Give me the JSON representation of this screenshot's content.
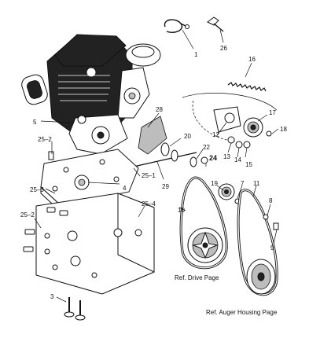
{
  "callouts": {
    "c1": "1",
    "c26": "26",
    "c16": "16",
    "c5": "5",
    "c28": "28",
    "c12": "12",
    "c17": "17",
    "c18": "18",
    "c25_2a": "25–2",
    "c20": "20",
    "c22": "22",
    "c13": "13",
    "c14": "14",
    "c15": "15",
    "c24": "24",
    "c25_1": "25–1",
    "c29": "29",
    "c4": "4",
    "c25_3": "25–3",
    "c19": "19",
    "c7": "7",
    "c11": "11",
    "c25_4": "25–4",
    "c10": "10",
    "c8": "8",
    "c25_2b": "25–2",
    "c9": "9",
    "c3": "3"
  },
  "captions": {
    "drive": "Ref. Drive Page",
    "auger": "Ref. Auger Housing Page"
  },
  "colors": {
    "ink": "#111111",
    "fill": "#222222",
    "paper": "#ffffff"
  }
}
